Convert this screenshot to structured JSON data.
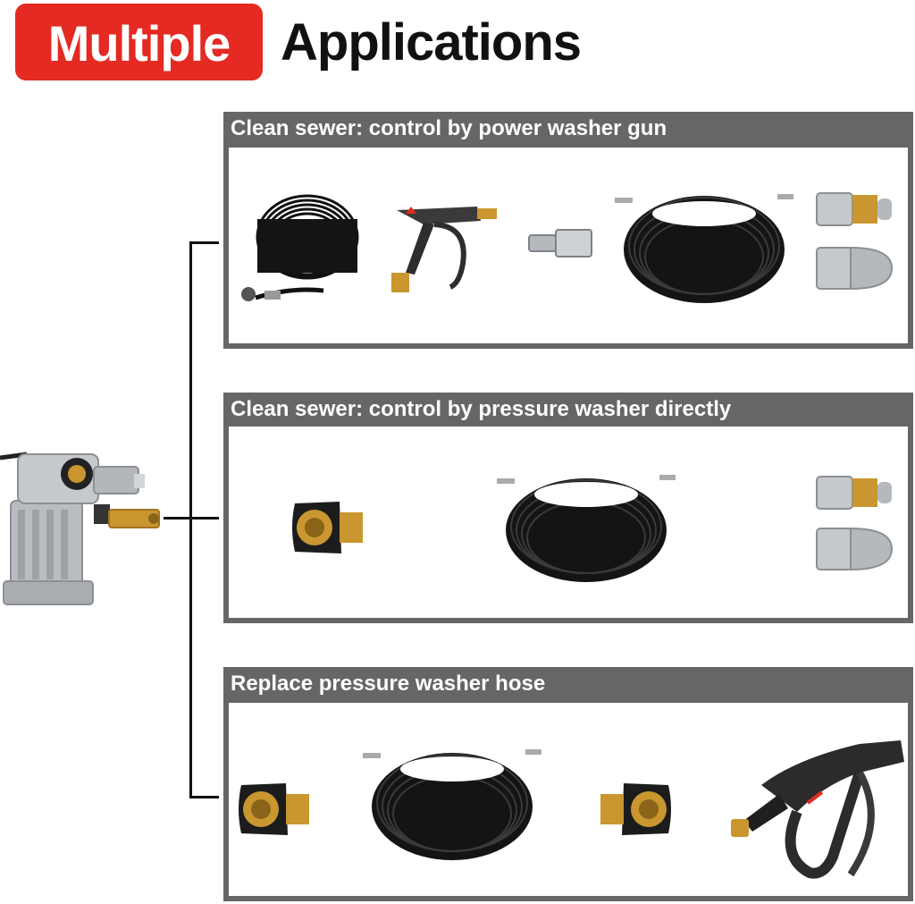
{
  "heading": {
    "badge_text": "Multiple",
    "rest_text": "Applications"
  },
  "colors": {
    "badge_red": "#e42a22",
    "panel_gray": "#666666",
    "hose_black": "#111111",
    "brass": "#c9962f"
  },
  "panels": [
    {
      "title": "Clean sewer: control by power washer gun",
      "items": [
        "hose-coil-icon",
        "spray-gun-icon",
        "quick-connector-icon",
        "sewer-hose-icon",
        "nozzle-icon",
        "nozzle-icon"
      ]
    },
    {
      "title": "Clean sewer: control by pressure washer directly",
      "items": [
        "coupler-icon",
        "sewer-hose-icon",
        "nozzle-icon",
        "nozzle-icon"
      ]
    },
    {
      "title": "Replace pressure washer hose",
      "items": [
        "coupler-icon",
        "sewer-hose-icon",
        "coupler-icon",
        "spray-gun-icon"
      ]
    }
  ]
}
